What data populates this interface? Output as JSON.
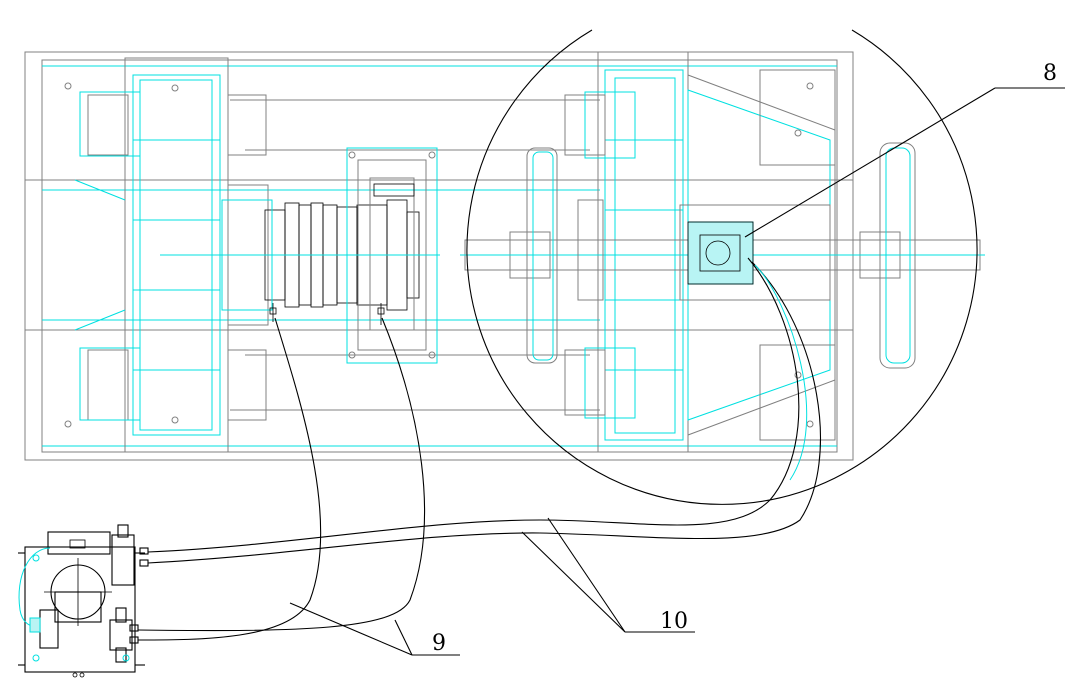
{
  "labels": {
    "label_8": "8",
    "label_9": "9",
    "label_10": "10"
  },
  "colors": {
    "outline": "#808080",
    "detail": "#00e0e0",
    "leader": "#000000"
  }
}
